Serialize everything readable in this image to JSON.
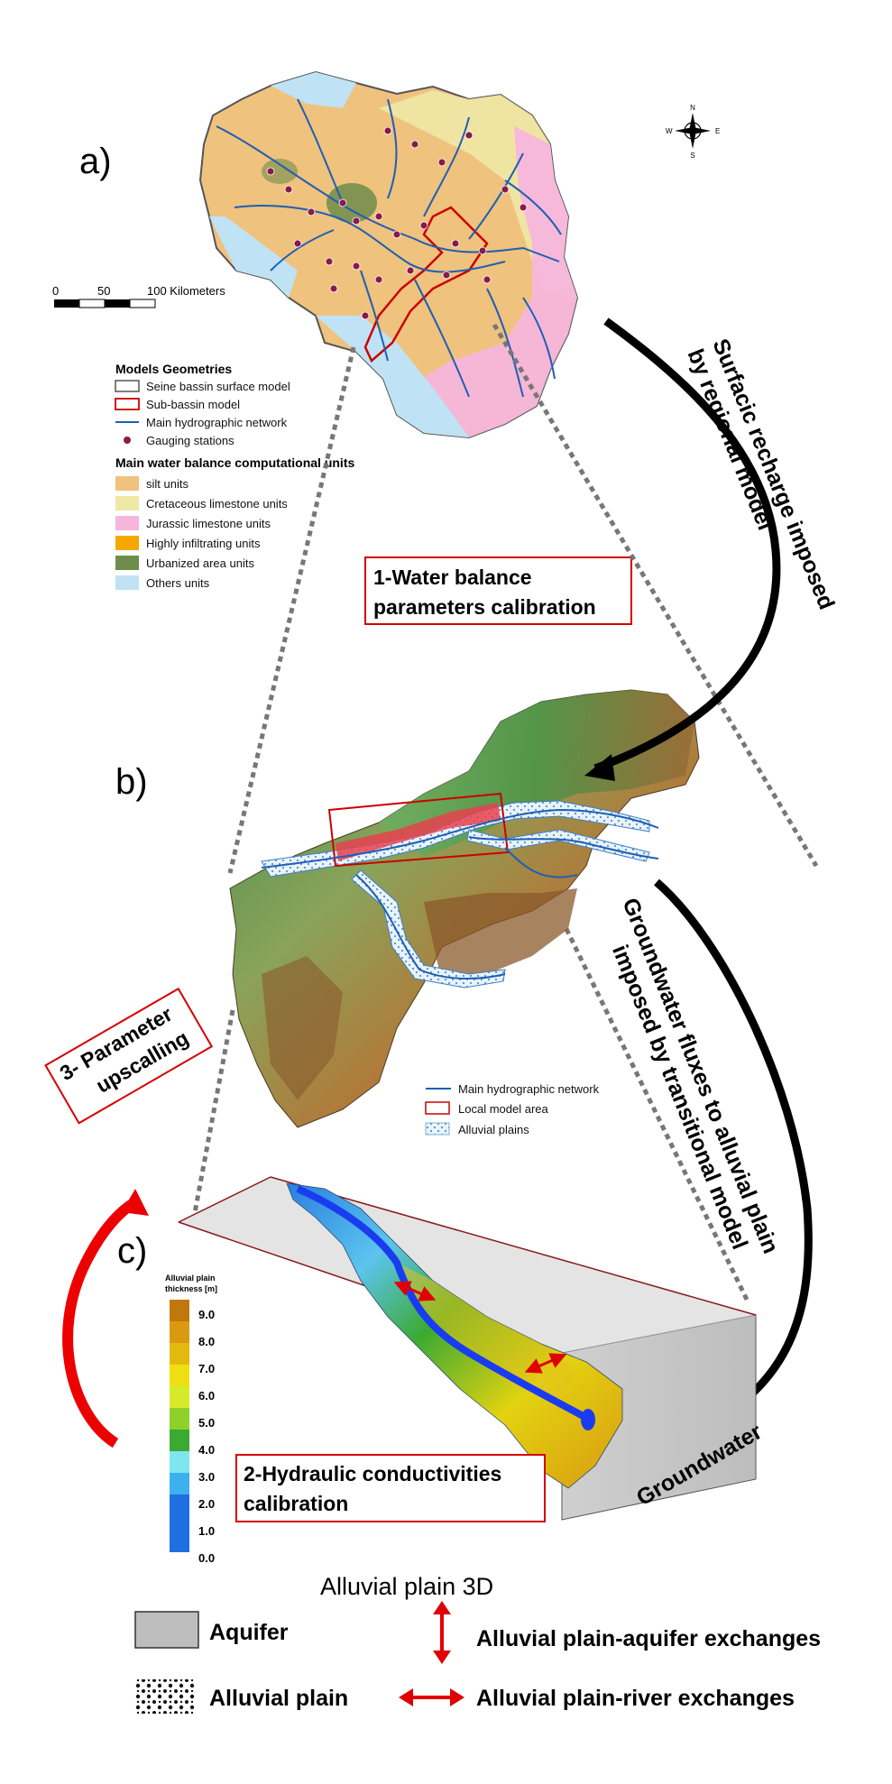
{
  "panel_a": {
    "letter": "a)",
    "scale": {
      "ticks": [
        "0",
        "50",
        "100 Kilometers"
      ]
    },
    "north_arrow": {
      "n": "N",
      "s": "S",
      "e": "E",
      "w": "W"
    },
    "legend": {
      "geometries_title": "Models Geometries",
      "geometries": [
        {
          "label": "Seine bassin surface model",
          "color": "#555555",
          "kind": "box"
        },
        {
          "label": "Sub-bassin model",
          "color": "#cc0000",
          "kind": "box"
        },
        {
          "label": "Main hydrographic network",
          "color": "#1e5fb4",
          "kind": "line"
        },
        {
          "label": "Gauging stations",
          "color": "#8a1a4a",
          "kind": "dot"
        }
      ],
      "units_title": "Main water balance computational units",
      "units": [
        {
          "label": "silt units",
          "color": "#efc27e"
        },
        {
          "label": "Cretaceous limestone units",
          "color": "#efe8a6"
        },
        {
          "label": "Jurassic limestone units",
          "color": "#f6b6dc"
        },
        {
          "label": "Highly infiltrating units",
          "color": "#f5a800"
        },
        {
          "label": "Urbanized area units",
          "color": "#6f8c4a"
        },
        {
          "label": "Others units",
          "color": "#bfe3f4"
        }
      ]
    },
    "calibration_label": [
      "1-Water balance",
      "parameters calibration"
    ]
  },
  "panel_b": {
    "letter": "b)",
    "legend": [
      {
        "label": "Main hydrographic network",
        "kind": "line",
        "color": "#1e5fb4"
      },
      {
        "label": "Local model area",
        "kind": "box",
        "color": "#cc0000"
      },
      {
        "label": "Alluvial plains",
        "kind": "dots",
        "color": "#7fb3d8"
      }
    ]
  },
  "panel_c": {
    "letter": "c)",
    "colorbar": {
      "title": [
        "Alluvial plain",
        "thickness [m]"
      ],
      "ticks": [
        "9.0",
        "8.0",
        "7.0",
        "6.0",
        "5.0",
        "4.0",
        "3.0",
        "2.0",
        "1.0",
        "0.0"
      ],
      "colors": [
        "#c0780c",
        "#d99a12",
        "#e3bb10",
        "#f0df10",
        "#d6ea2a",
        "#8fd12a",
        "#3caa32",
        "#7fe6f0",
        "#3db0ee",
        "#1e6fe0"
      ]
    },
    "calibration_label": [
      "2-Hydraulic conductivities",
      "calibration"
    ],
    "groundwater_label": "Groundwater"
  },
  "arrows": {
    "surfacic": [
      "Surfacic recharge imposed",
      "by regional model"
    ],
    "groundwater_fluxes": [
      "Groundwater fluxes to alluvial plain",
      "imposed by transitional model"
    ],
    "upscalling": [
      "3- Parameter",
      "upscalling"
    ]
  },
  "bottom_legend": {
    "title": "Alluvial plain 3D",
    "items": [
      {
        "label": "Aquifer",
        "symbol": "gray-box"
      },
      {
        "label": "Alluvial plain-aquifer exchanges",
        "symbol": "vertical-double-arrow"
      },
      {
        "label": "Alluvial plain",
        "symbol": "dots"
      },
      {
        "label": "Alluvial plain-river exchanges",
        "symbol": "horizontal-double-arrow"
      }
    ]
  }
}
